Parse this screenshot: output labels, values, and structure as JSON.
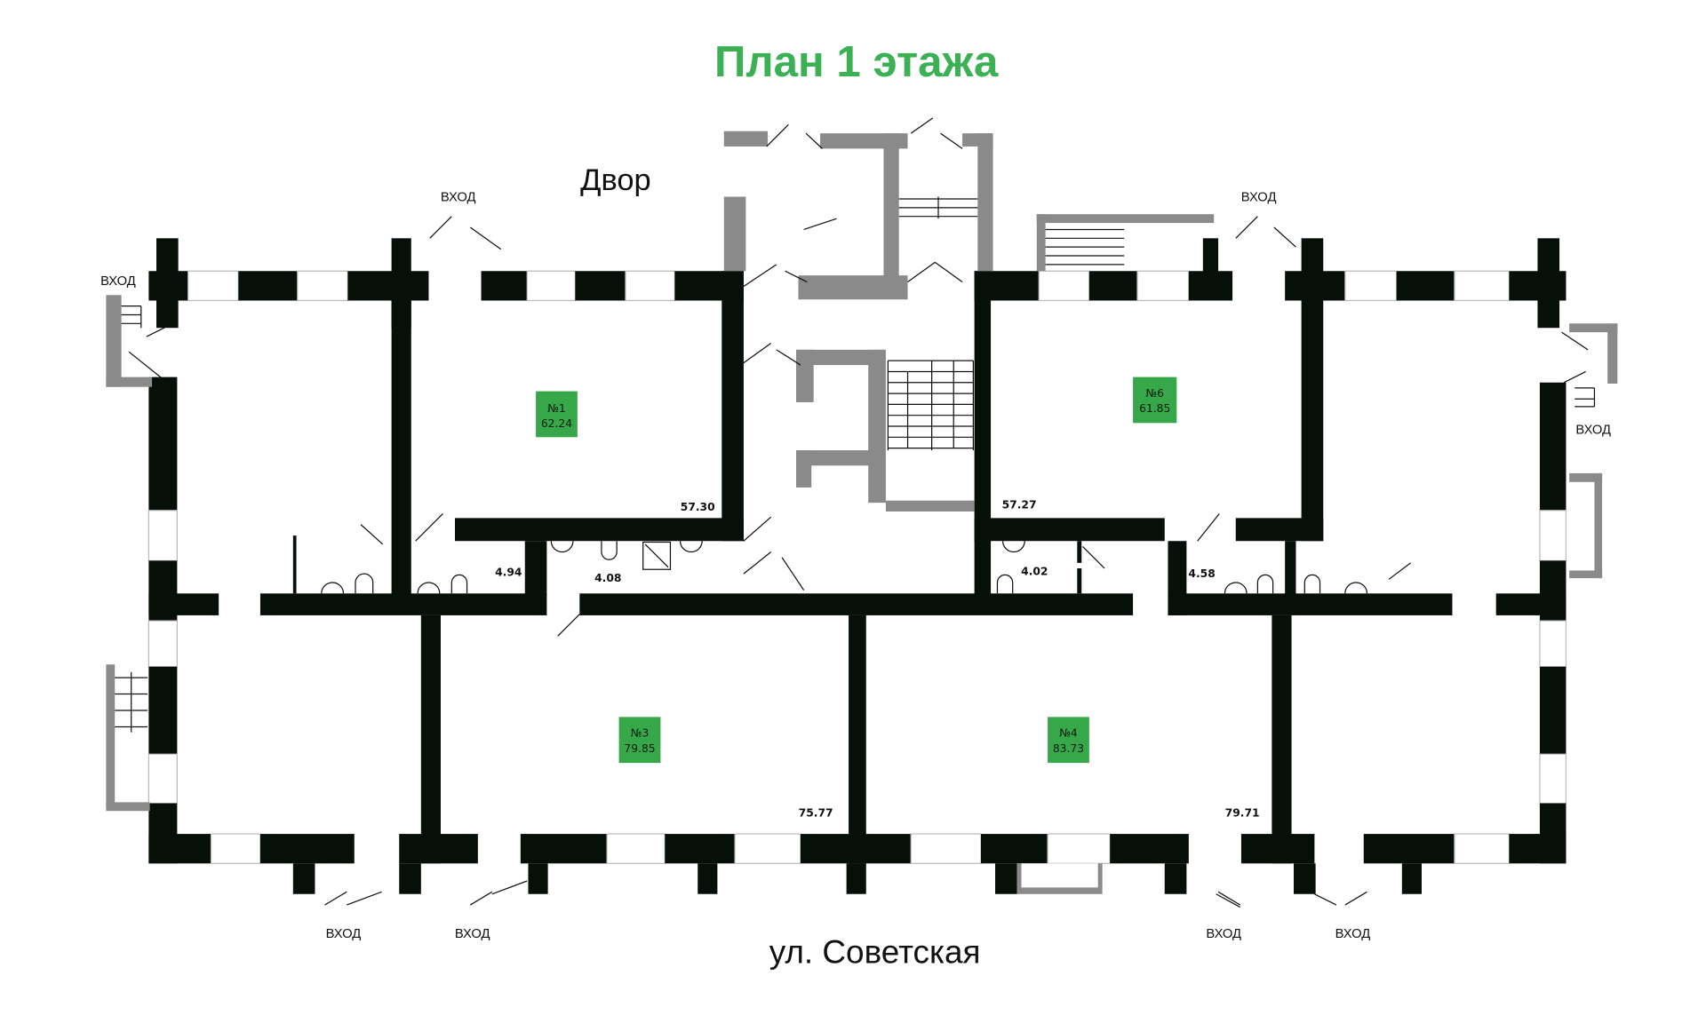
{
  "title": "План 1 этажа",
  "courtyard_label": "Двор",
  "street_label": "ул. Советская",
  "entrance_label": "ВХОД",
  "entrances": [
    "ВХОД",
    "ВХОД",
    "ВХОД",
    "ВХОД",
    "ВХОД",
    "ВХОД",
    "ВХОД",
    "ВХОД"
  ],
  "units": [
    {
      "number": "№1",
      "area": "62.24"
    },
    {
      "number": "№6",
      "area": "61.85"
    },
    {
      "number": "№3",
      "area": "79.85"
    },
    {
      "number": "№4",
      "area": "83.73"
    }
  ],
  "room_areas": [
    "57.30",
    "57.27",
    "4.94",
    "4.08",
    "4.02",
    "4.58",
    "75.77",
    "79.71"
  ],
  "colors": {
    "accent": "#36a84a",
    "title": "#3cb054",
    "wall": "#070f09",
    "stair": "#8a8a8a"
  }
}
